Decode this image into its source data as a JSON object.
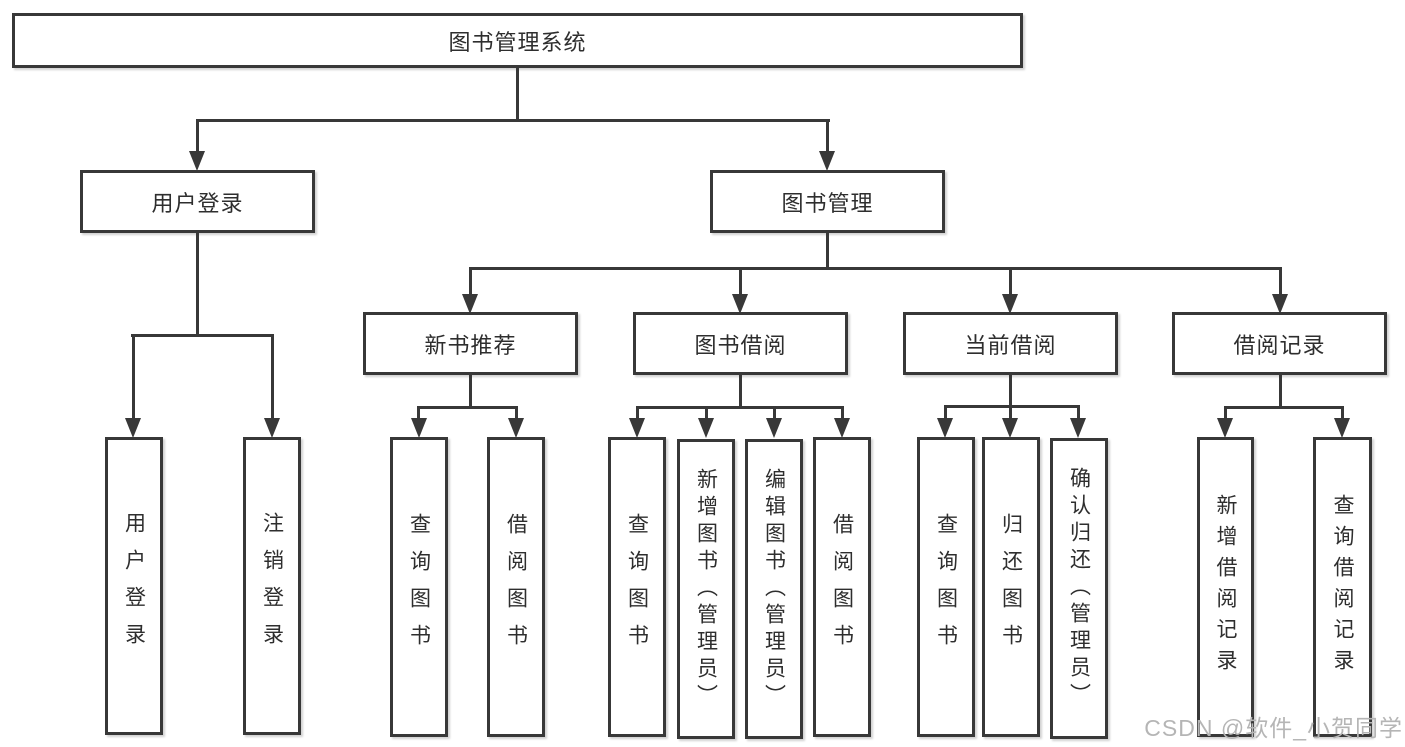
{
  "diagram": {
    "root": "图书管理系统",
    "branches": [
      {
        "label": "用户登录",
        "children": [
          {
            "label": "用户登录"
          },
          {
            "label": "注销登录"
          }
        ]
      },
      {
        "label": "图书管理",
        "children": [
          {
            "label": "新书推荐",
            "children": [
              {
                "label": "查询图书"
              },
              {
                "label": "借阅图书"
              }
            ]
          },
          {
            "label": "图书借阅",
            "children": [
              {
                "label": "查询图书"
              },
              {
                "label": "新增图书（管理员）"
              },
              {
                "label": "编辑图书（管理员）"
              },
              {
                "label": "借阅图书"
              }
            ]
          },
          {
            "label": "当前借阅",
            "children": [
              {
                "label": "查询图书"
              },
              {
                "label": "归还图书"
              },
              {
                "label": "确认归还（管理员）"
              }
            ]
          },
          {
            "label": "借阅记录",
            "children": [
              {
                "label": "新增借阅记录"
              },
              {
                "label": "查询借阅记录"
              }
            ]
          }
        ]
      }
    ]
  },
  "watermark": {
    "text": "CSDN @软件_小贺同学"
  },
  "colors": {
    "line": "#383838",
    "text": "#2e2e2e",
    "box_background": "#ffffff",
    "watermark": "#b5b5b5"
  }
}
